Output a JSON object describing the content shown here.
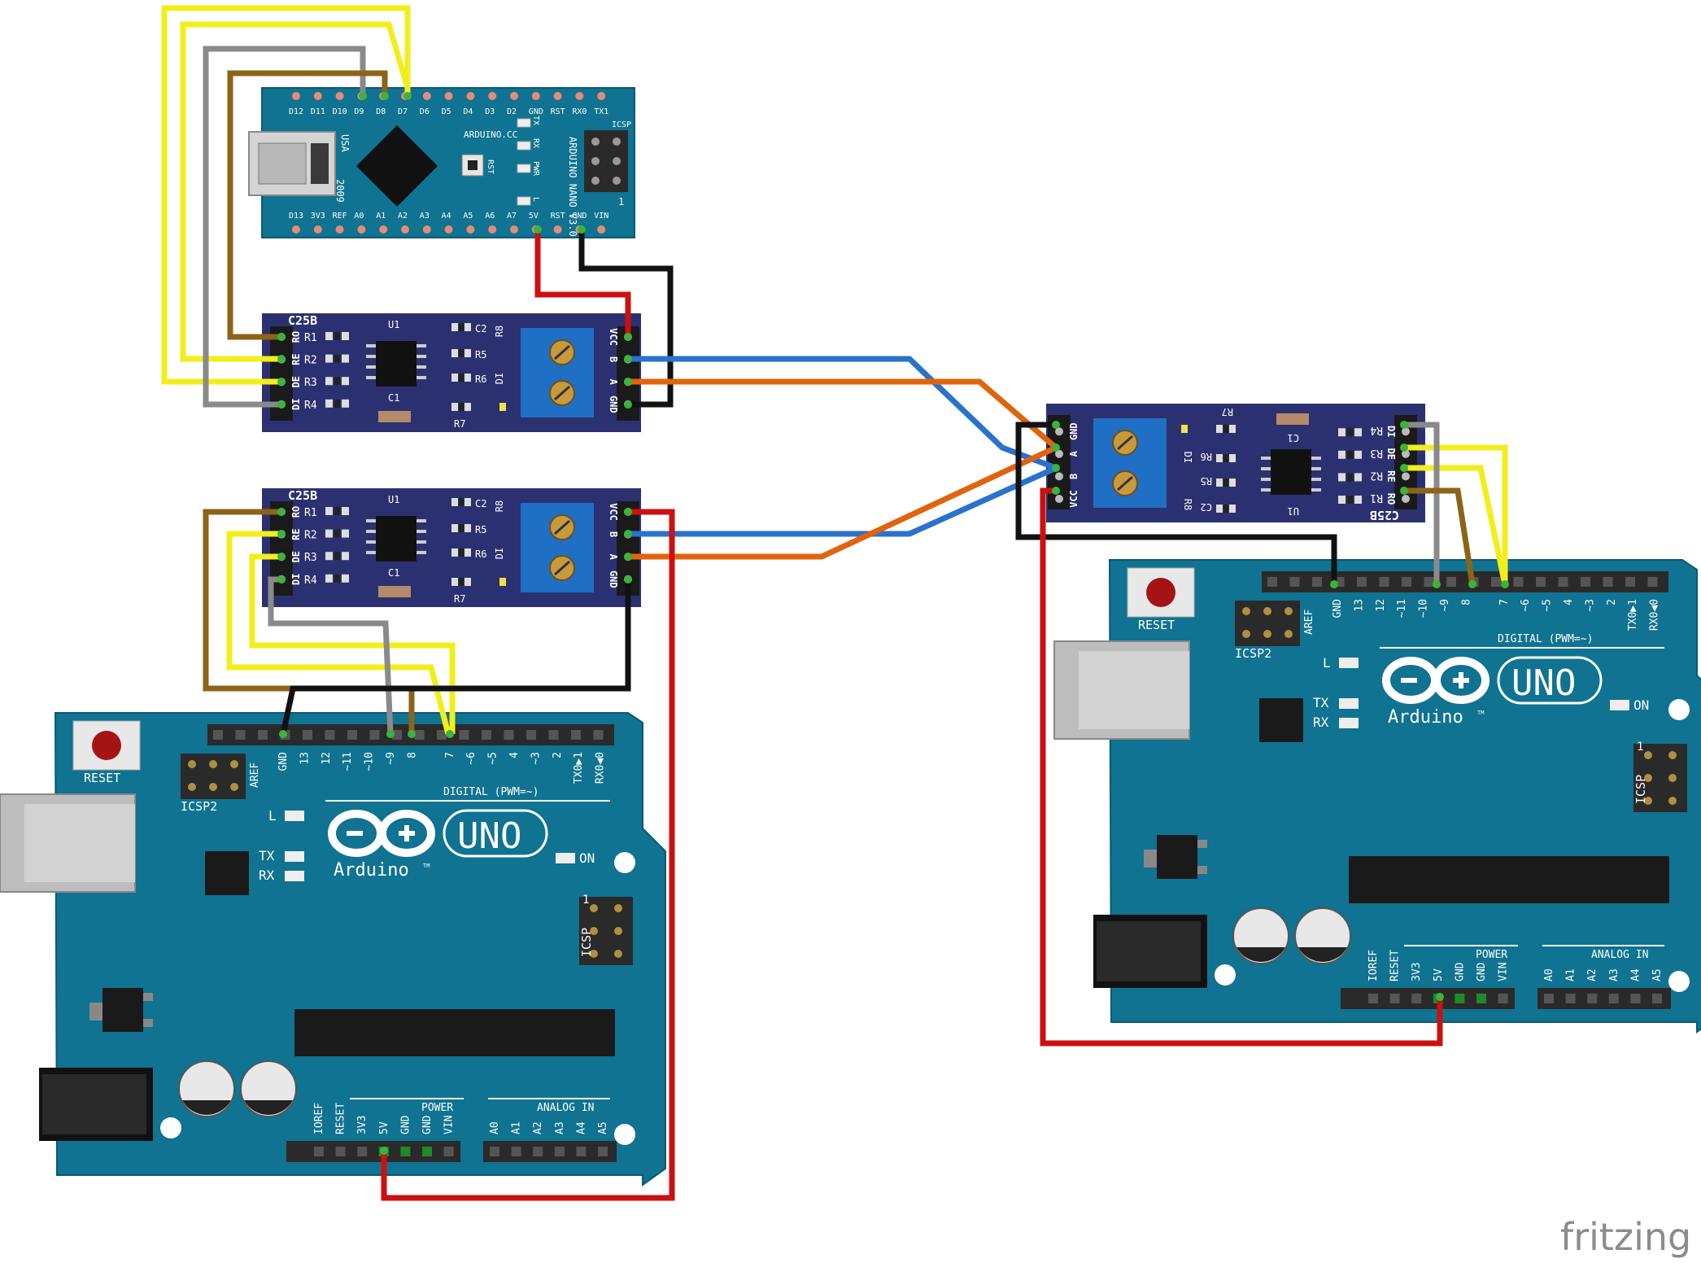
{
  "colors": {
    "board": "#0f7391",
    "board_edge": "#0a5a73",
    "module": "#2b3170",
    "wire_yellow": "#f2ee1c",
    "wire_gray": "#8a8a8a",
    "wire_brown": "#8b6418",
    "wire_red": "#cc1010",
    "wire_black": "#111111",
    "wire_blue": "#2a72cc",
    "wire_orange": "#e0640e"
  },
  "nano": {
    "top_pins": [
      "D12",
      "D11",
      "D10",
      "D9",
      "D8",
      "D7",
      "D6",
      "D5",
      "D4",
      "D3",
      "D2",
      "GND",
      "RST",
      "RX0",
      "TX1"
    ],
    "bottom_pins": [
      "D13",
      "3V3",
      "REF",
      "A0",
      "A1",
      "A2",
      "A3",
      "A4",
      "A5",
      "A6",
      "A7",
      "5V",
      "RST",
      "GND",
      "VIN"
    ],
    "usa": "USA",
    "year": "2009",
    "site": "ARDUINO.CC",
    "name": "ARDUINO NANO V3.0",
    "icsp": "ICSP",
    "rst": "RST",
    "led_tx": "TX",
    "led_rx": "RX",
    "led_pwr": "PWR",
    "led_l": "L",
    "one": "1"
  },
  "module": {
    "title": "C25B",
    "left_pins": [
      "RO",
      "RE",
      "DE",
      "DI"
    ],
    "resistors": [
      "R1",
      "R2",
      "R3",
      "R4"
    ],
    "ic": "U1",
    "cap1": "C1",
    "cap2": "C2",
    "r8": "R8",
    "r5": "R5",
    "r6": "R6",
    "di": "DI",
    "r7": "R7",
    "right_pins": [
      "VCC",
      "B",
      "A",
      "GND"
    ]
  },
  "uno": {
    "reset": "RESET",
    "icsp2": "ICSP2",
    "icsp": "ICSP",
    "aref": "AREF",
    "digital_pins": [
      "GND",
      "13",
      "12",
      "~11",
      "~10",
      "~9",
      "8",
      "7",
      "~6",
      "~5",
      "4",
      "~3",
      "2",
      "TX0▶1",
      "RX0◀0"
    ],
    "digital_label": "DIGITAL (PWM=~)",
    "l": "L",
    "tx": "TX",
    "rx": "RX",
    "on": "ON",
    "uno_text": "UNO",
    "arduino_text": "Arduino",
    "tm": "TM",
    "one": "1",
    "power_label": "POWER",
    "power_pins": [
      "IOREF",
      "RESET",
      "3V3",
      "5V",
      "GND",
      "GND",
      "VIN"
    ],
    "analog_label": "ANALOG IN",
    "analog_pins": [
      "A0",
      "A1",
      "A2",
      "A3",
      "A4",
      "A5"
    ]
  },
  "watermark": "fritzing"
}
